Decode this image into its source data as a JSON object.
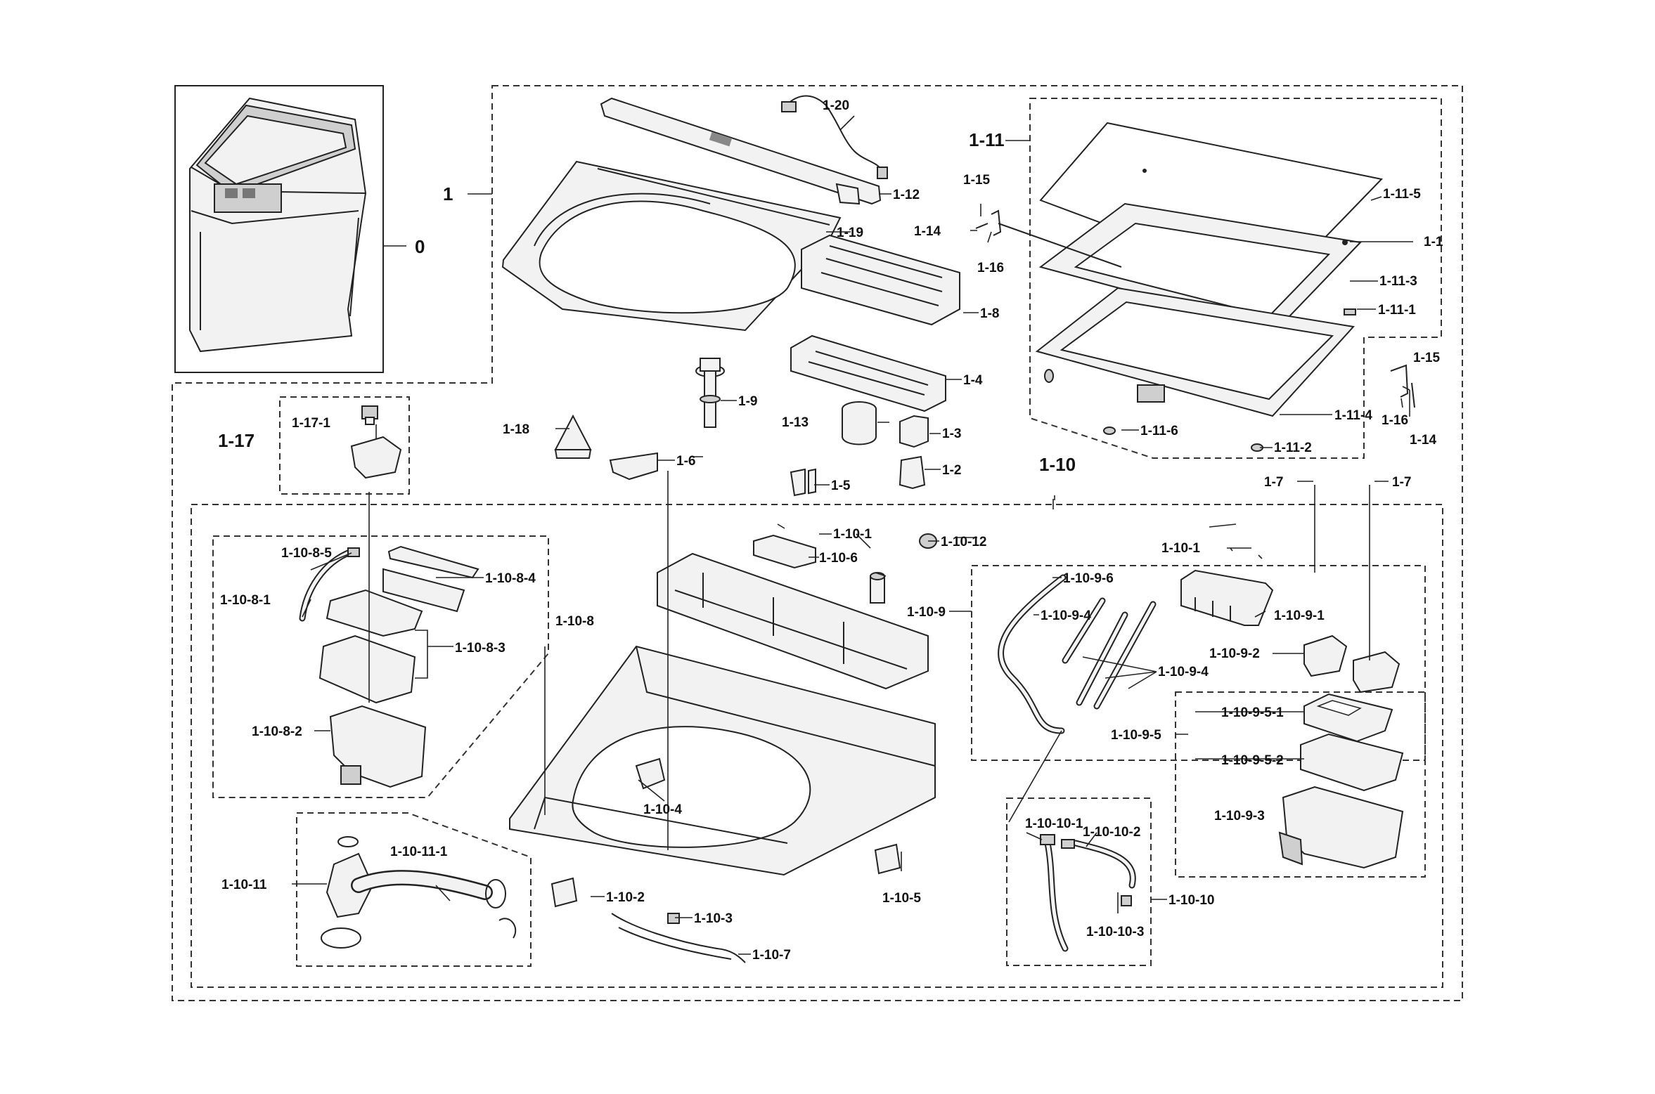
{
  "labels": {
    "p0": "0",
    "p1": "1",
    "p1_1": "1-1",
    "p1_2": "1-2",
    "p1_3": "1-3",
    "p1_4": "1-4",
    "p1_5": "1-5",
    "p1_6": "1-6",
    "p1_7a": "1-7",
    "p1_7b": "1-7",
    "p1_8": "1-8",
    "p1_9": "1-9",
    "p1_10": "1-10",
    "p1_11": "1-11",
    "p1_12": "1-12",
    "p1_13": "1-13",
    "p1_14a": "1-14",
    "p1_14b": "1-14",
    "p1_15a": "1-15",
    "p1_15b": "1-15",
    "p1_16a": "1-16",
    "p1_16b": "1-16",
    "p1_17": "1-17",
    "p1_17_1": "1-17-1",
    "p1_18": "1-18",
    "p1_19": "1-19",
    "p1_20": "1-20",
    "p1_11_1": "1-11-1",
    "p1_11_2": "1-11-2",
    "p1_11_3": "1-11-3",
    "p1_11_4": "1-11-4",
    "p1_11_5": "1-11-5",
    "p1_11_6": "1-11-6",
    "p1_10_1a": "1-10-1",
    "p1_10_1b": "1-10-1",
    "p1_10_2": "1-10-2",
    "p1_10_3": "1-10-3",
    "p1_10_4": "1-10-4",
    "p1_10_5": "1-10-5",
    "p1_10_6": "1-10-6",
    "p1_10_7": "1-10-7",
    "p1_10_8": "1-10-8",
    "p1_10_9": "1-10-9",
    "p1_10_10": "1-10-10",
    "p1_10_11": "1-10-11",
    "p1_10_12": "1-10-12",
    "p1_10_8_1": "1-10-8-1",
    "p1_10_8_2": "1-10-8-2",
    "p1_10_8_3": "1-10-8-3",
    "p1_10_8_4": "1-10-8-4",
    "p1_10_8_5": "1-10-8-5",
    "p1_10_9_1": "1-10-9-1",
    "p1_10_9_2": "1-10-9-2",
    "p1_10_9_3": "1-10-9-3",
    "p1_10_9_4a": "1-10-9-4",
    "p1_10_9_4b": "1-10-9-4",
    "p1_10_9_5": "1-10-9-5",
    "p1_10_9_5_1": "1-10-9-5-1",
    "p1_10_9_5_2": "1-10-9-5-2",
    "p1_10_9_6": "1-10-9-6",
    "p1_10_10_1": "1-10-10-1",
    "p1_10_10_2": "1-10-10-2",
    "p1_10_10_3": "1-10-10-3",
    "p1_10_11_1": "1-10-11-1"
  }
}
